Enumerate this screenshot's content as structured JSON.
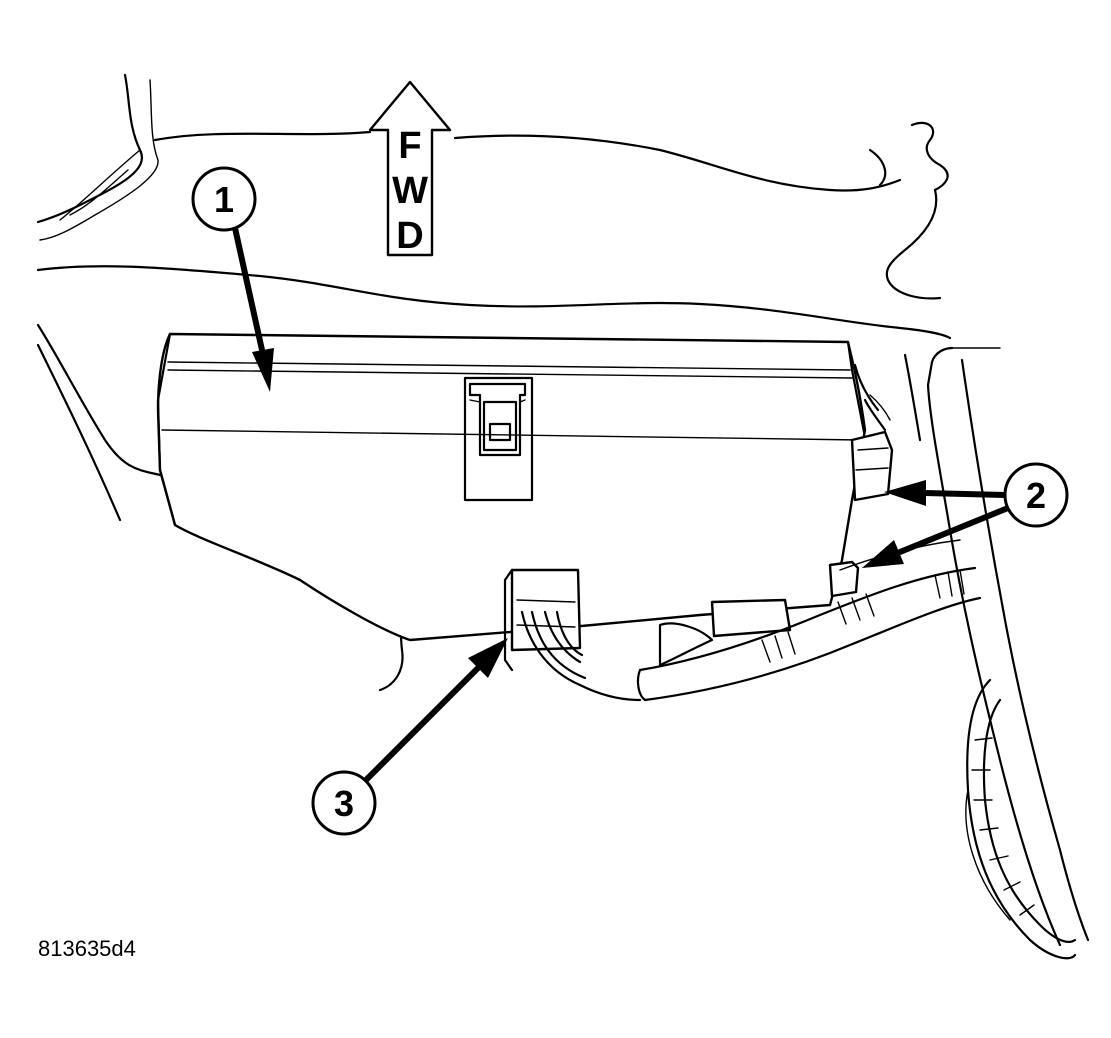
{
  "figure": {
    "direction_arrow": {
      "letters": [
        "F",
        "W",
        "D"
      ]
    },
    "callouts": [
      {
        "number": "1"
      },
      {
        "number": "2"
      },
      {
        "number": "3"
      }
    ],
    "figure_id": "813635d4",
    "colors": {
      "ink": "#000000",
      "paper": "#ffffff"
    }
  }
}
